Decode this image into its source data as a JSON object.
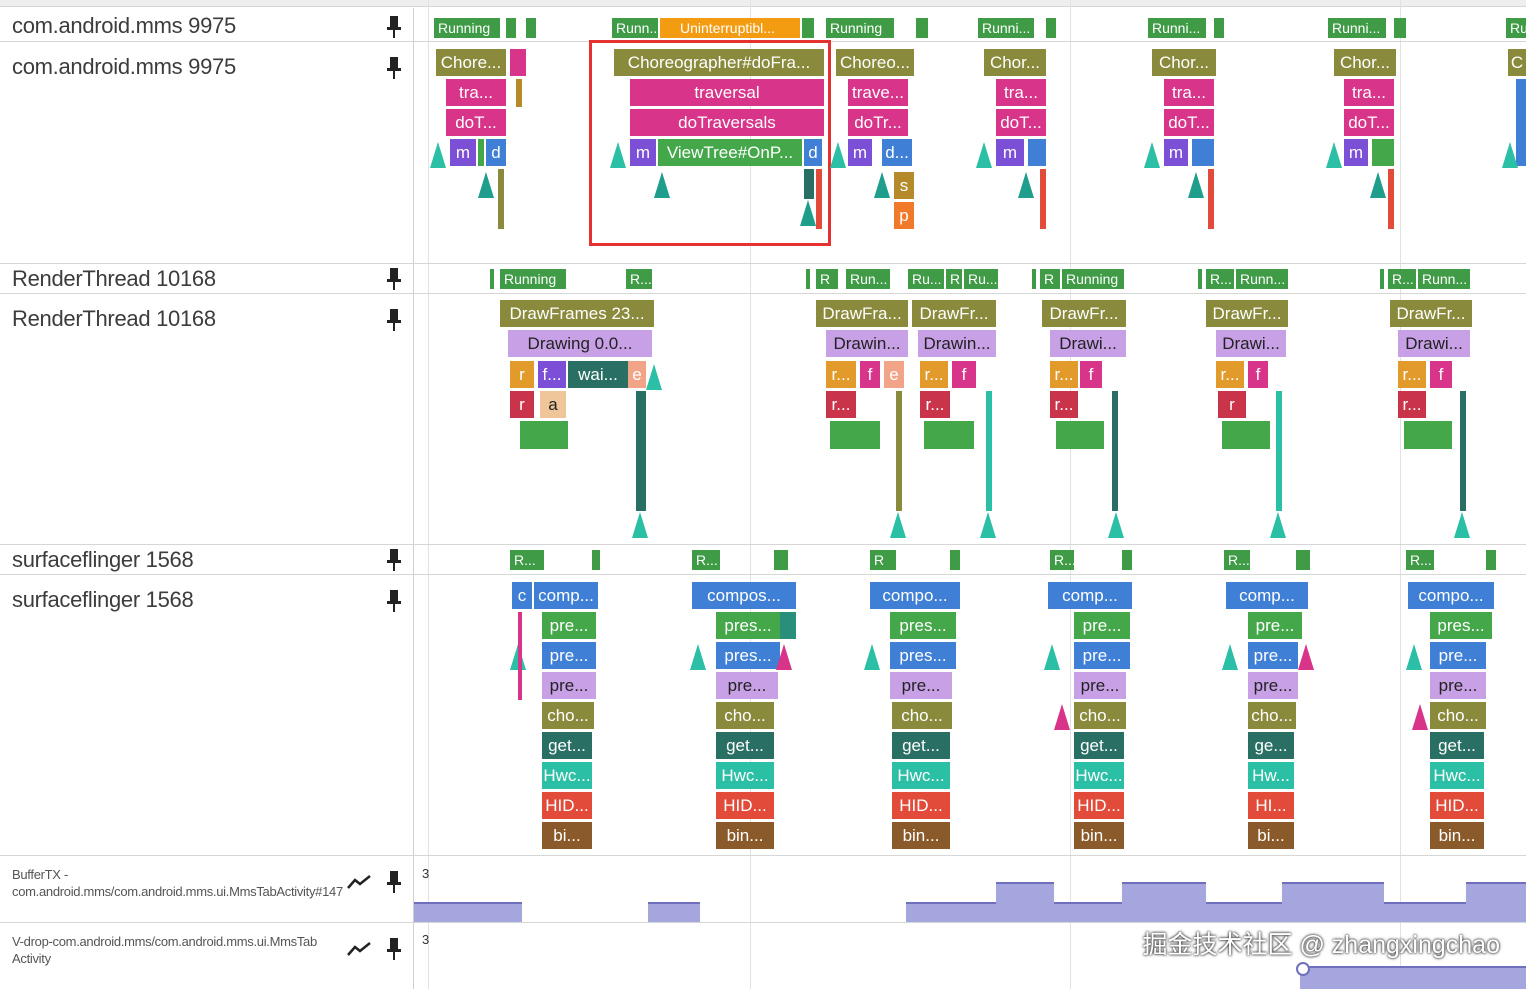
{
  "tracks": [
    {
      "id": "mms-state",
      "name": "com.android.mms 9975"
    },
    {
      "id": "mms-slices",
      "name": "com.android.mms 9975"
    },
    {
      "id": "rt-state",
      "name": "RenderThread 10168"
    },
    {
      "id": "rt-slices",
      "name": "RenderThread 10168"
    },
    {
      "id": "sf-state",
      "name": "surfaceflinger 1568"
    },
    {
      "id": "sf-slices",
      "name": "surfaceflinger 1568"
    },
    {
      "id": "buffertx",
      "name": "BufferTX - com.android.mms/com.android.mms.ui.MmsTabActivity#147",
      "value_label": "3"
    },
    {
      "id": "vdrop",
      "name": "V-drop-com.android.mms/com.android.mms.ui.MmsTab Activity",
      "value_label": "3"
    }
  ],
  "states": {
    "mms": [
      "Running",
      "Runn...",
      "Uninterruptibl...",
      "Running",
      "Runni...",
      "Runni...",
      "Runni...",
      "Ru"
    ],
    "rt": [
      "Running",
      "R...",
      "R",
      "Run...",
      "Ru...",
      "R",
      "Ru...",
      "R",
      "Running",
      "R...",
      "Runn...",
      "R...",
      "Runn..."
    ],
    "sf": [
      "R...",
      "R...",
      "R",
      "R...",
      "R...",
      "R..."
    ]
  },
  "mms_slices": {
    "frame2": [
      "Choreographer#doFra...",
      "traversal",
      "doTraversals",
      "m",
      "ViewTree#OnP...",
      "d"
    ],
    "frame1": [
      "Chore...",
      "tra...",
      "doT...",
      "m",
      "d"
    ],
    "frame3": [
      "Choreo...",
      "trave...",
      "doTr...",
      "m",
      "d...",
      "s",
      "p"
    ],
    "frame4": [
      "Chor...",
      "tra...",
      "doT...",
      "m"
    ],
    "frame5": [
      "Chor...",
      "tra...",
      "doT...",
      "m"
    ],
    "frame6": [
      "Chor...",
      "tra...",
      "doT...",
      "m"
    ],
    "frame7": [
      "C"
    ]
  },
  "rt_slices": {
    "f1": [
      "DrawFrames 23...",
      "Drawing  0.0...",
      "r",
      "f...",
      "wai...",
      "e",
      "r",
      "a"
    ],
    "f2": [
      "DrawFra...",
      "Drawin...",
      "r...",
      "f",
      "e",
      "r..."
    ],
    "f3": [
      "DrawFr...",
      "Drawin...",
      "r...",
      "f",
      "r..."
    ],
    "f4": [
      "DrawFr...",
      "Drawi...",
      "r...",
      "f",
      "r..."
    ],
    "f5": [
      "DrawFr...",
      "Drawi...",
      "r...",
      "f",
      "r"
    ],
    "f6": [
      "DrawFr...",
      "Drawi...",
      "r...",
      "f",
      "r..."
    ]
  },
  "sf_slices": {
    "g1": [
      "c",
      "comp...",
      "pre...",
      "pre...",
      "pre...",
      "cho...",
      "get...",
      "Hwc...",
      "HID...",
      "bi..."
    ],
    "g2": [
      "compos...",
      "pres...",
      "pres...",
      "pre...",
      "cho...",
      "get...",
      "Hwc...",
      "HID...",
      "bin..."
    ],
    "g3": [
      "compo...",
      "pres...",
      "pres...",
      "pre...",
      "cho...",
      "get...",
      "Hwc...",
      "HID...",
      "bin..."
    ],
    "g4": [
      "comp...",
      "pre...",
      "pre...",
      "pre...",
      "cho...",
      "get...",
      "Hwc...",
      "HID...",
      "bin..."
    ],
    "g5": [
      "comp...",
      "pre...",
      "pre...",
      "pre...",
      "cho...",
      "ge...",
      "Hw...",
      "HI...",
      "bi..."
    ],
    "g6": [
      "compo...",
      "pres...",
      "pre...",
      "pre...",
      "cho...",
      "get...",
      "Hwc...",
      "HID...",
      "bin..."
    ]
  },
  "watermark": "掘金技术社区 @ zhangxingchao",
  "colors": {
    "running": "#3f9b46",
    "uninterruptible": "#f39c12",
    "olive": "#8a8a3c",
    "magenta": "#d8348a",
    "purple": "#7b4fd6",
    "blue": "#3f7fd6",
    "green": "#44a84a",
    "lavender": "#c8a0e6",
    "teal": "#1c9e8c",
    "red": "#e24b3a",
    "darkteal": "#2a6f64"
  },
  "icons": [
    "pin-icon",
    "counter-chart-icon"
  ]
}
